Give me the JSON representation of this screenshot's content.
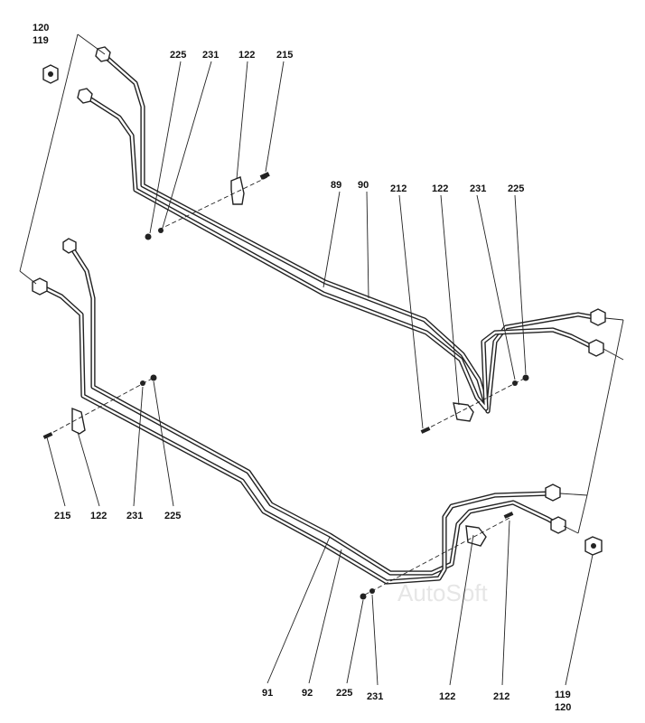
{
  "watermark": "AutoSoft",
  "labels": {
    "top_left_120": "120",
    "top_left_119": "119",
    "top_225": "225",
    "top_231": "231",
    "top_122": "122",
    "top_215": "215",
    "mid_89": "89",
    "mid_90": "90",
    "mid_212": "212",
    "mid_122": "122",
    "mid_231": "231",
    "mid_225": "225",
    "left_215": "215",
    "left_122": "122",
    "left_231": "231",
    "left_225": "225",
    "bot_91": "91",
    "bot_92": "92",
    "bot_225": "225",
    "bot_231": "231",
    "bot_122": "122",
    "bot_212": "212",
    "bot_119": "119",
    "bot_120": "120"
  }
}
